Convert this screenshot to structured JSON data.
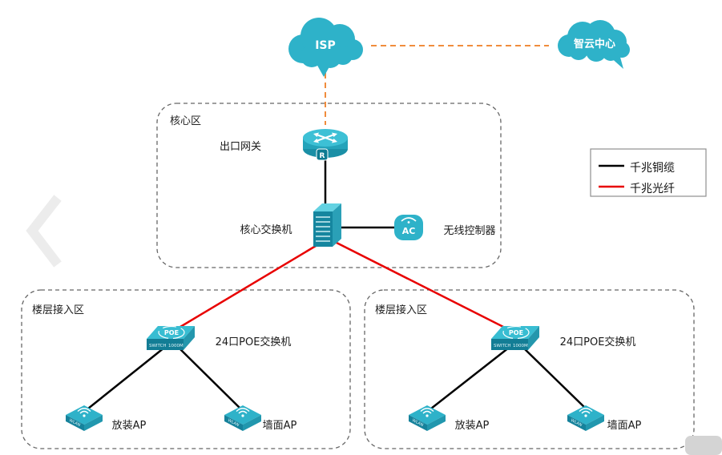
{
  "clouds": {
    "isp_label": "ISP",
    "center_label": "智云中心"
  },
  "core_zone": {
    "title": "核心区",
    "gateway_label": "出口网关",
    "switch_label": "核心交换机",
    "controller_label": "无线控制器"
  },
  "access_zones": [
    {
      "title": "楼层接入区",
      "poe_label": "24口POE交换机",
      "ap1_label": "放装AP",
      "ap2_label": "墙面AP"
    },
    {
      "title": "楼层接入区",
      "poe_label": "24口POE交换机",
      "ap1_label": "放装AP",
      "ap2_label": "墙面AP"
    }
  ],
  "legend": {
    "copper_label": "千兆铜缆",
    "fiber_label": "千兆光纤"
  },
  "icon_text": {
    "router_badge": "R",
    "ac": "AC",
    "poe": "POE",
    "switch": "SWITCH",
    "speed": "1000M",
    "wlan": "WLAN"
  },
  "colors": {
    "device_teal": "#2eb2c9",
    "copper_link": "#000000",
    "fiber_link": "#e80000",
    "wan_link": "#f08c3c"
  }
}
